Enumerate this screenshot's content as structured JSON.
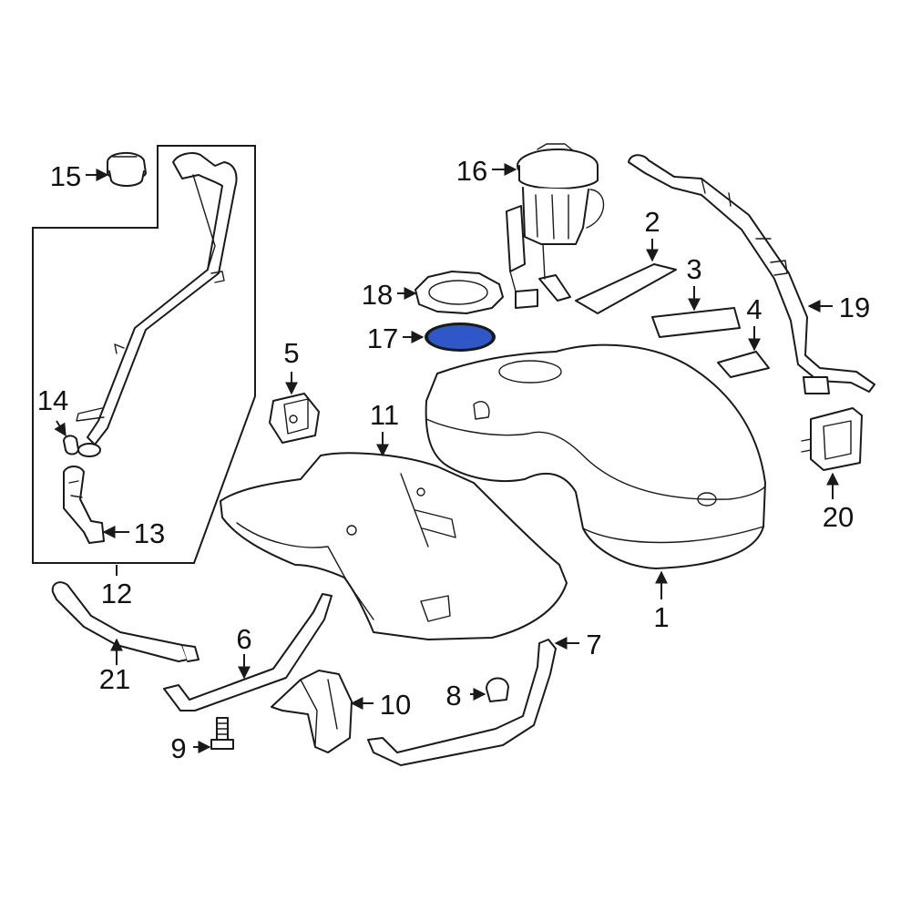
{
  "callouts": {
    "c1": "1",
    "c2": "2",
    "c3": "3",
    "c4": "4",
    "c5": "5",
    "c6": "6",
    "c7": "7",
    "c8": "8",
    "c9": "9",
    "c10": "10",
    "c11": "11",
    "c12": "12",
    "c13": "13",
    "c14": "14",
    "c15": "15",
    "c16": "16",
    "c17": "17",
    "c18": "18",
    "c19": "19",
    "c20": "20",
    "c21": "21"
  },
  "colors": {
    "line": "#1a1a1a",
    "highlight_fill": "#2f57c8",
    "background": "#ffffff"
  }
}
